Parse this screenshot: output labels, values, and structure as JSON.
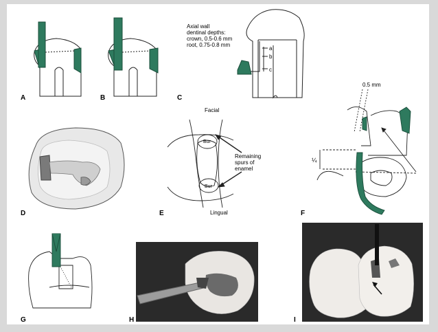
{
  "panels": {
    "A": "A",
    "B": "B",
    "C": "C",
    "D": "D",
    "E": "E",
    "F": "F",
    "G": "G",
    "H": "H",
    "I": "I"
  },
  "panel_c": {
    "note_lines": [
      "Axial wall",
      "dentinal depths:",
      "crown, 0.5-0.6 mm",
      "root, 0.75-0.8 mm"
    ],
    "depth_marks": [
      "a",
      "b",
      "c"
    ]
  },
  "panel_e": {
    "facial": "Facial",
    "lingual": "Lingual",
    "bur_top": "Bur",
    "bur_bottom": "Bur",
    "spurs_lines": [
      "Remaining",
      "spurs of",
      "enamel"
    ]
  },
  "panel_f": {
    "measure": "0.5 mm",
    "fraction": "¼"
  },
  "colors": {
    "instrument_green": "#2e7a5e",
    "background": "#d9d9d9",
    "page": "#ffffff",
    "photo_dark": "#2a2a2a"
  }
}
